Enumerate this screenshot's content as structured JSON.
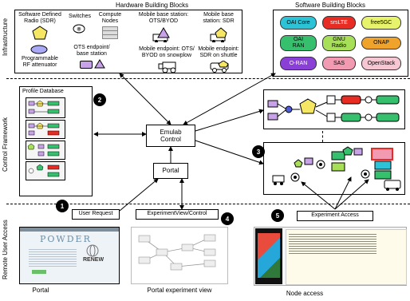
{
  "sections": {
    "infrastructure": "Infrastructure",
    "control": "Control Framework",
    "remote": "Remote User Access"
  },
  "hardware": {
    "title": "Hardware Building Blocks",
    "sdr": "Software Defined\nRadio (SDR)",
    "switches": "Switches",
    "compute": "Compute\nNodes",
    "mobile_ots": "Mobile base station:\nOTS/BYOD",
    "mobile_sdr": "Mobile base\nstation: SDR",
    "attenuator": "Programmable\nRF attenuator",
    "ots_endpoint": "OTS endpoint/\nbase station",
    "snowplow": "Mobile endpoint: OTS/\nBYOD on snowplow",
    "shuttle": "Mobile endpoint:\nSDR on shuttle"
  },
  "software": {
    "title": "Software Building Blocks",
    "blocks": [
      {
        "label": "OAI Core",
        "color": "#2dc3d6"
      },
      {
        "label": "srsLTE",
        "color": "#e82c23"
      },
      {
        "label": "free5GC",
        "color": "#e6f36b"
      },
      {
        "label": "OAI\nRAN",
        "color": "#36c06e"
      },
      {
        "label": "GNU\nRadio",
        "color": "#a7df58"
      },
      {
        "label": "ONAP",
        "color": "#f0a32a"
      },
      {
        "label": "O-RAN",
        "color": "#8a3fd6"
      },
      {
        "label": "SAS",
        "color": "#f29ab1"
      },
      {
        "label": "OpenStack",
        "color": "#f7c6d3"
      }
    ]
  },
  "control": {
    "profile_db": "Profile Database",
    "emulab": "Emulab\nControl",
    "portal": "Portal"
  },
  "steps": {
    "one": "1",
    "two": "2",
    "three": "3",
    "four": "4",
    "five": "5"
  },
  "labels": {
    "user_request": "User Request",
    "experiment_view": "ExperimentView/Control",
    "experiment_access": "Experiment Access",
    "portal_caption": "Portal",
    "portal_exp_view": "Portal experiment view",
    "node_access": "Node access",
    "powder": "POWDER",
    "renew": "RENEW"
  }
}
